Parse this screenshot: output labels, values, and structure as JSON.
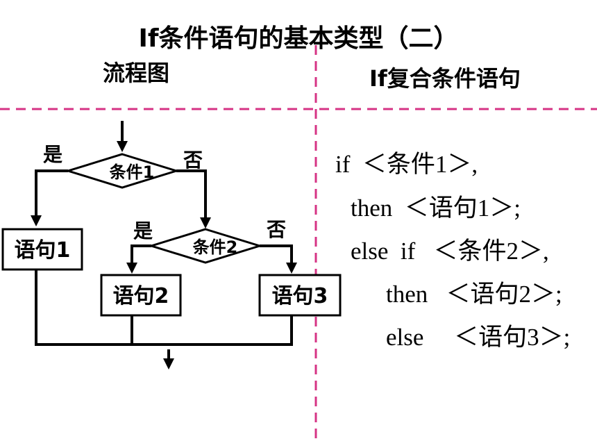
{
  "page": {
    "title": "If条件语句的基本类型（二）",
    "left_header": "流程图",
    "right_header": "If复合条件语句"
  },
  "divider_color": "#d63384",
  "flowchart": {
    "diamond1": "条件1",
    "diamond2": "条件2",
    "yes1": "是",
    "no1": "否",
    "yes2": "是",
    "no2": "否",
    "box1": "语句1",
    "box2": "语句2",
    "box3": "语句3"
  },
  "code_lines": [
    "if  ＜条件1＞,",
    "then  ＜语句1＞;",
    "else  if   ＜条件2＞,",
    "then   ＜语句2＞;",
    "else     ＜语句3＞;"
  ]
}
